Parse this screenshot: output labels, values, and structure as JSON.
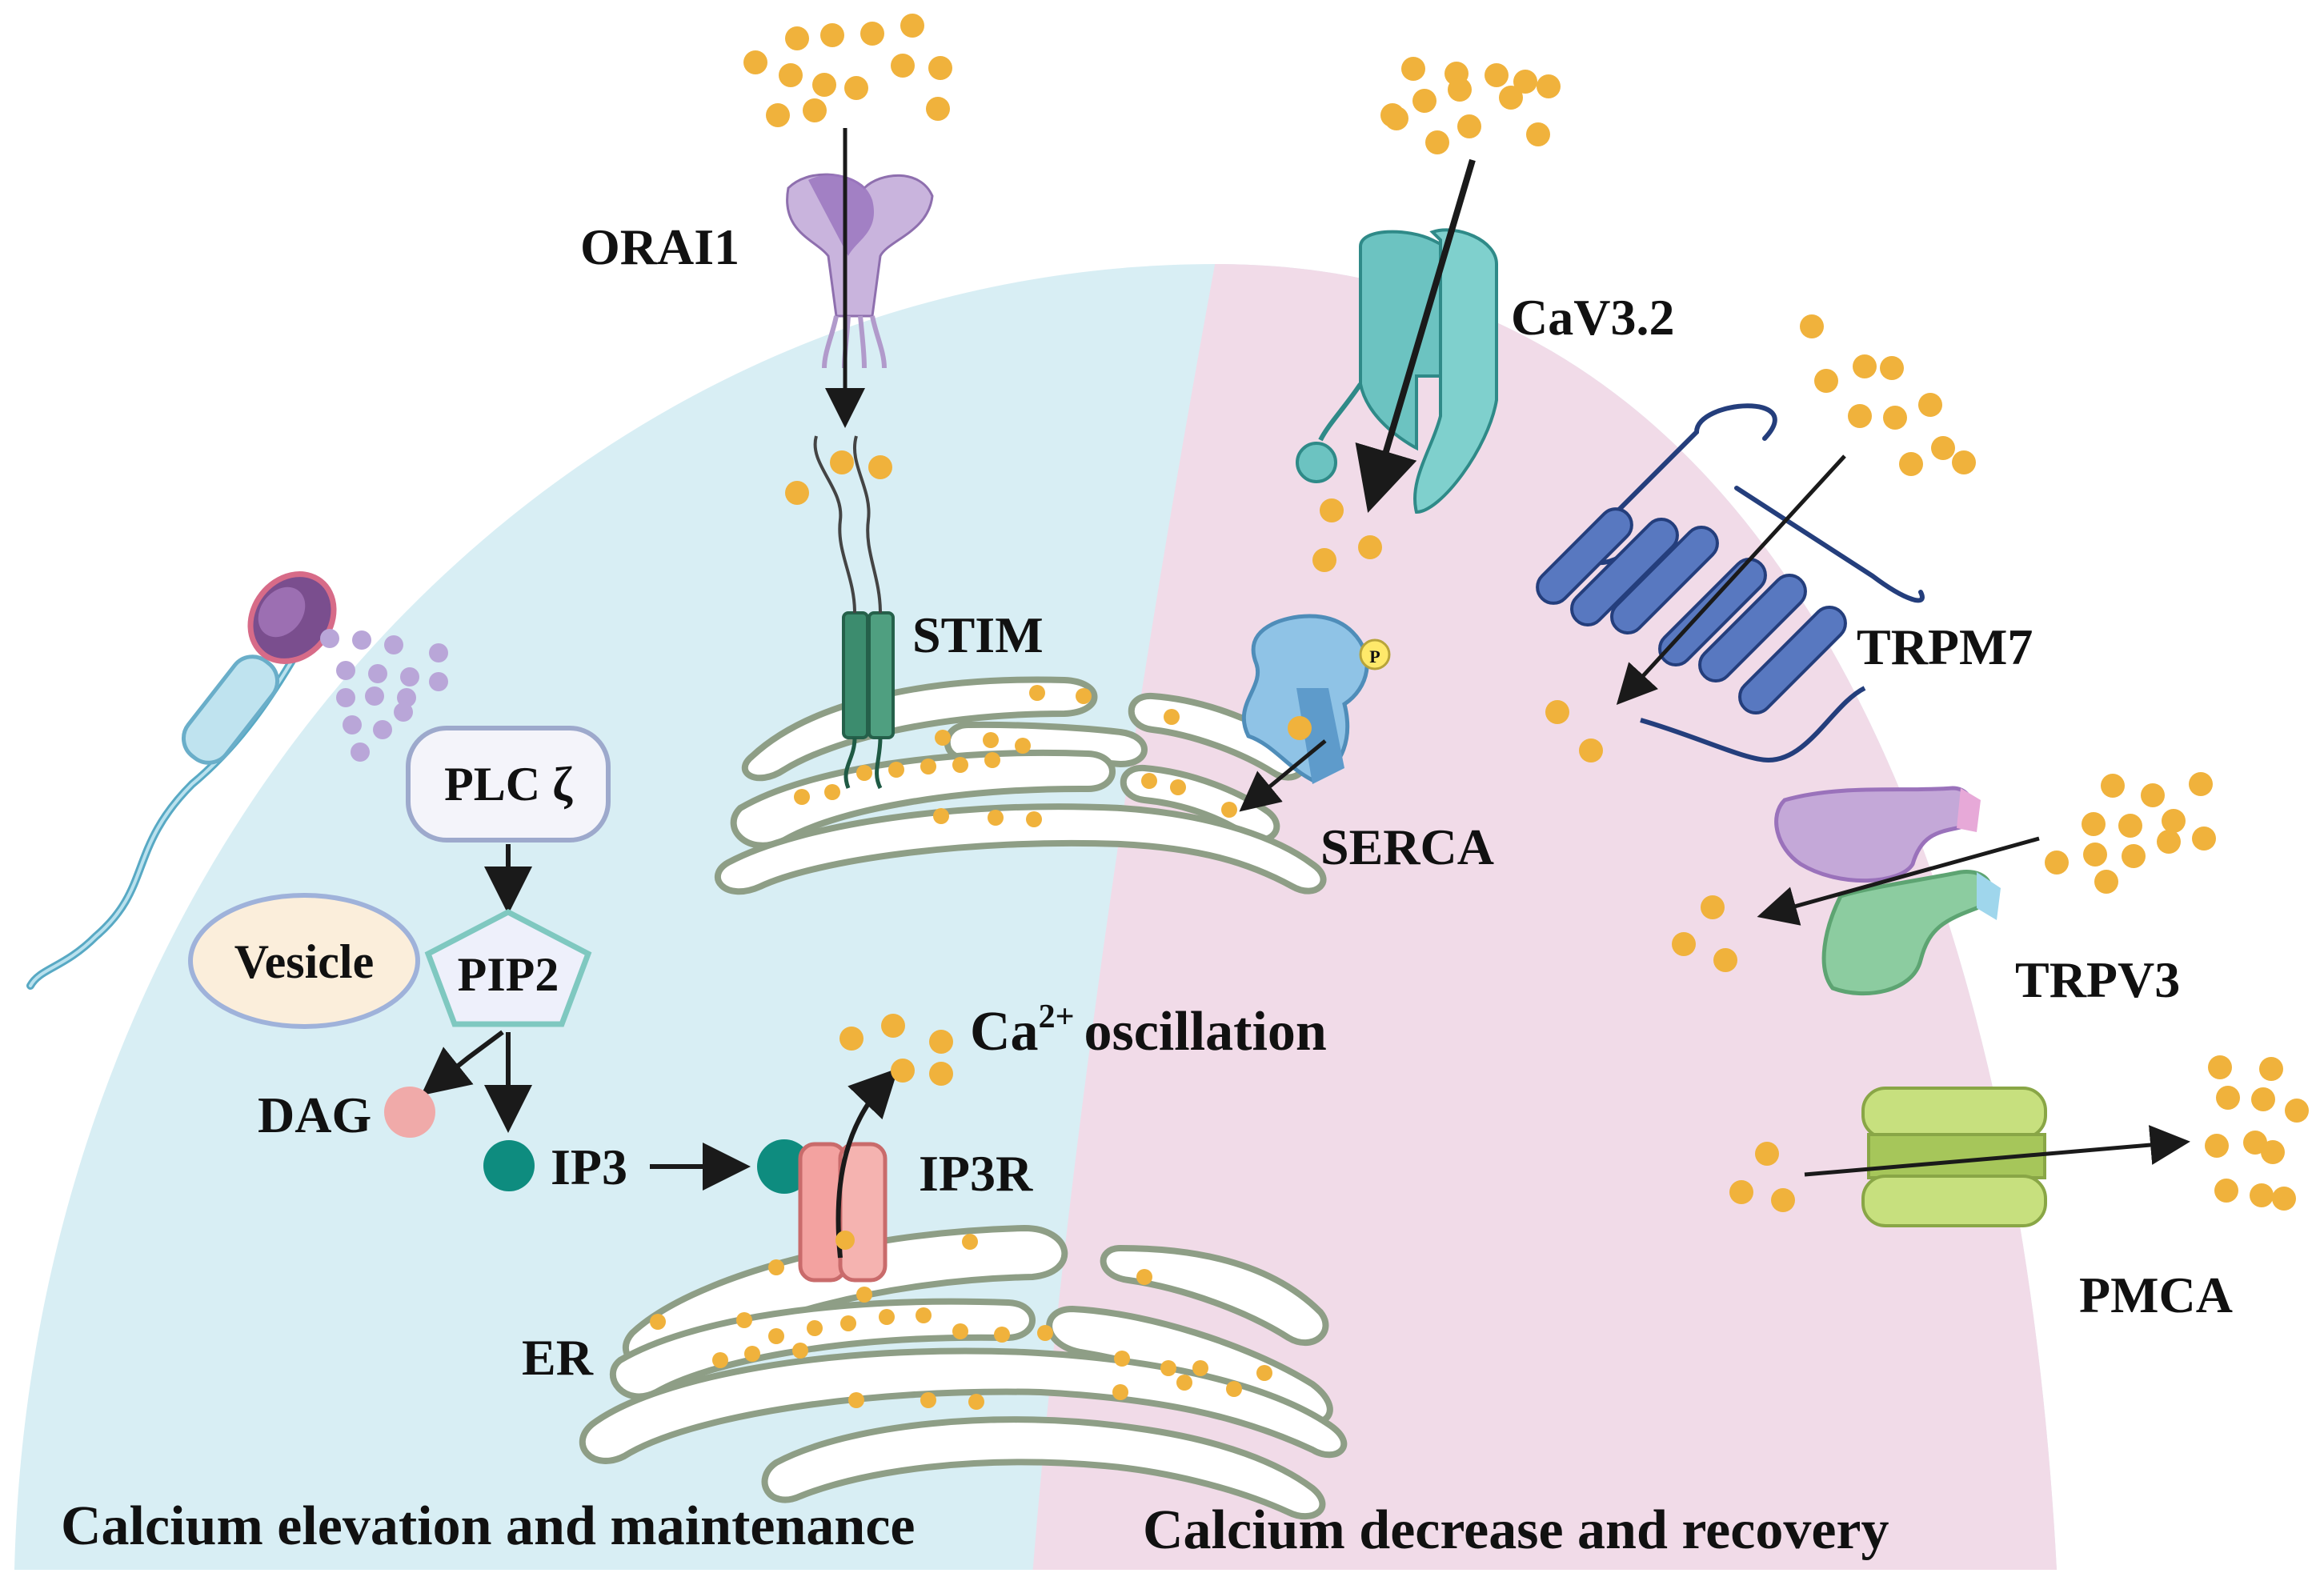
{
  "labels": {
    "orai1": "ORAI1",
    "stim": "STIM",
    "cav": "CaV3.2",
    "trpm7": "TRPM7",
    "serca": "SERCA",
    "trpv3": "TRPV3",
    "pmca": "PMCA",
    "plc": "PLC ζ",
    "vesicle": "Vesicle",
    "pip2": "PIP2",
    "dag": "DAG",
    "ip3": "IP3",
    "ip3r": "IP3R",
    "er": "ER",
    "ca_base": "Ca",
    "ca_sup": "2+",
    "oscillation": "oscillation",
    "serca_p": "P"
  },
  "sections": {
    "left": "Calcium elevation and maintenance",
    "right": "Calcium decrease and recovery"
  },
  "colors": {
    "left_bg": "#d8eef4",
    "right_bg": "#f1dbe8",
    "calcium": "#f0b23c",
    "ip3": "#0e8c7f",
    "dag": "#f0aaa9",
    "orai": "#b69bcc",
    "stim": "#3c8c6e",
    "cav": "#6cc3c1",
    "trpm7": "#5878c0",
    "serca": "#8fc3e6",
    "ip3r": "#f3a2a0",
    "trpv3_a": "#c4a8d8",
    "trpv3_b": "#8ccca0",
    "pmca": "#c7e07e"
  }
}
